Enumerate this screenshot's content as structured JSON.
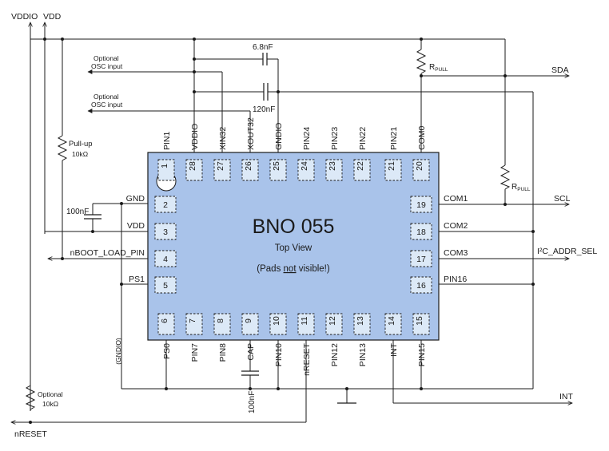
{
  "chip": {
    "name": "BNO 055",
    "view": "Top View",
    "note_prefix": "(Pads ",
    "note_emph": "not",
    "note_suffix": " visible!)"
  },
  "pins_top": [
    {
      "num": "1",
      "label": "PIN1"
    },
    {
      "num": "28",
      "label": "VDDIO"
    },
    {
      "num": "27",
      "label": "XIN32"
    },
    {
      "num": "26",
      "label": "XOUT32"
    },
    {
      "num": "25",
      "label": "GNDIO"
    },
    {
      "num": "24",
      "label": "PIN24"
    },
    {
      "num": "23",
      "label": "PIN23"
    },
    {
      "num": "22",
      "label": "PIN22"
    },
    {
      "num": "21",
      "label": "PIN21"
    },
    {
      "num": "20",
      "label": "COM0"
    }
  ],
  "pins_left": [
    {
      "num": "2",
      "label": "GND"
    },
    {
      "num": "3",
      "label": "VDD"
    },
    {
      "num": "4",
      "label": "nBOOT_LOAD_PIN"
    },
    {
      "num": "5",
      "label": "PS1"
    }
  ],
  "pins_right": [
    {
      "num": "19",
      "label": "COM1"
    },
    {
      "num": "18",
      "label": "COM2"
    },
    {
      "num": "17",
      "label": "COM3"
    },
    {
      "num": "16",
      "label": "PIN16"
    }
  ],
  "pins_bottom": [
    {
      "num": "6",
      "label": "PS0"
    },
    {
      "num": "7",
      "label": "PIN7"
    },
    {
      "num": "8",
      "label": "PIN8"
    },
    {
      "num": "9",
      "label": "CAP"
    },
    {
      "num": "10",
      "label": "PIN10"
    },
    {
      "num": "11",
      "label": "nRESET"
    },
    {
      "num": "12",
      "label": "PIN12"
    },
    {
      "num": "13",
      "label": "PIN13"
    },
    {
      "num": "14",
      "label": "INT"
    },
    {
      "num": "15",
      "label": "PIN15"
    }
  ],
  "rails": {
    "vddio": "VDDIO",
    "vdd": "VDD"
  },
  "signals": {
    "sda": "SDA",
    "scl": "SCL",
    "addr": "I²C_ADDR_SEL",
    "int": "INT",
    "nreset": "nRESET"
  },
  "components": {
    "cap_6n8": "6.8nF",
    "cap_120n": "120nF",
    "cap_100n_left": "100nF",
    "cap_100n_bottom": "100nF",
    "pullup_label": "Pull-up",
    "pullup_value": "10kΩ",
    "opt_label": "Optional",
    "opt_value": "10kΩ",
    "rpull_main": "R",
    "rpull_sub": "PULL",
    "osc_line1": "Optional",
    "osc_line2": "OSC input",
    "gndio_tag": "(GNDIO)"
  }
}
